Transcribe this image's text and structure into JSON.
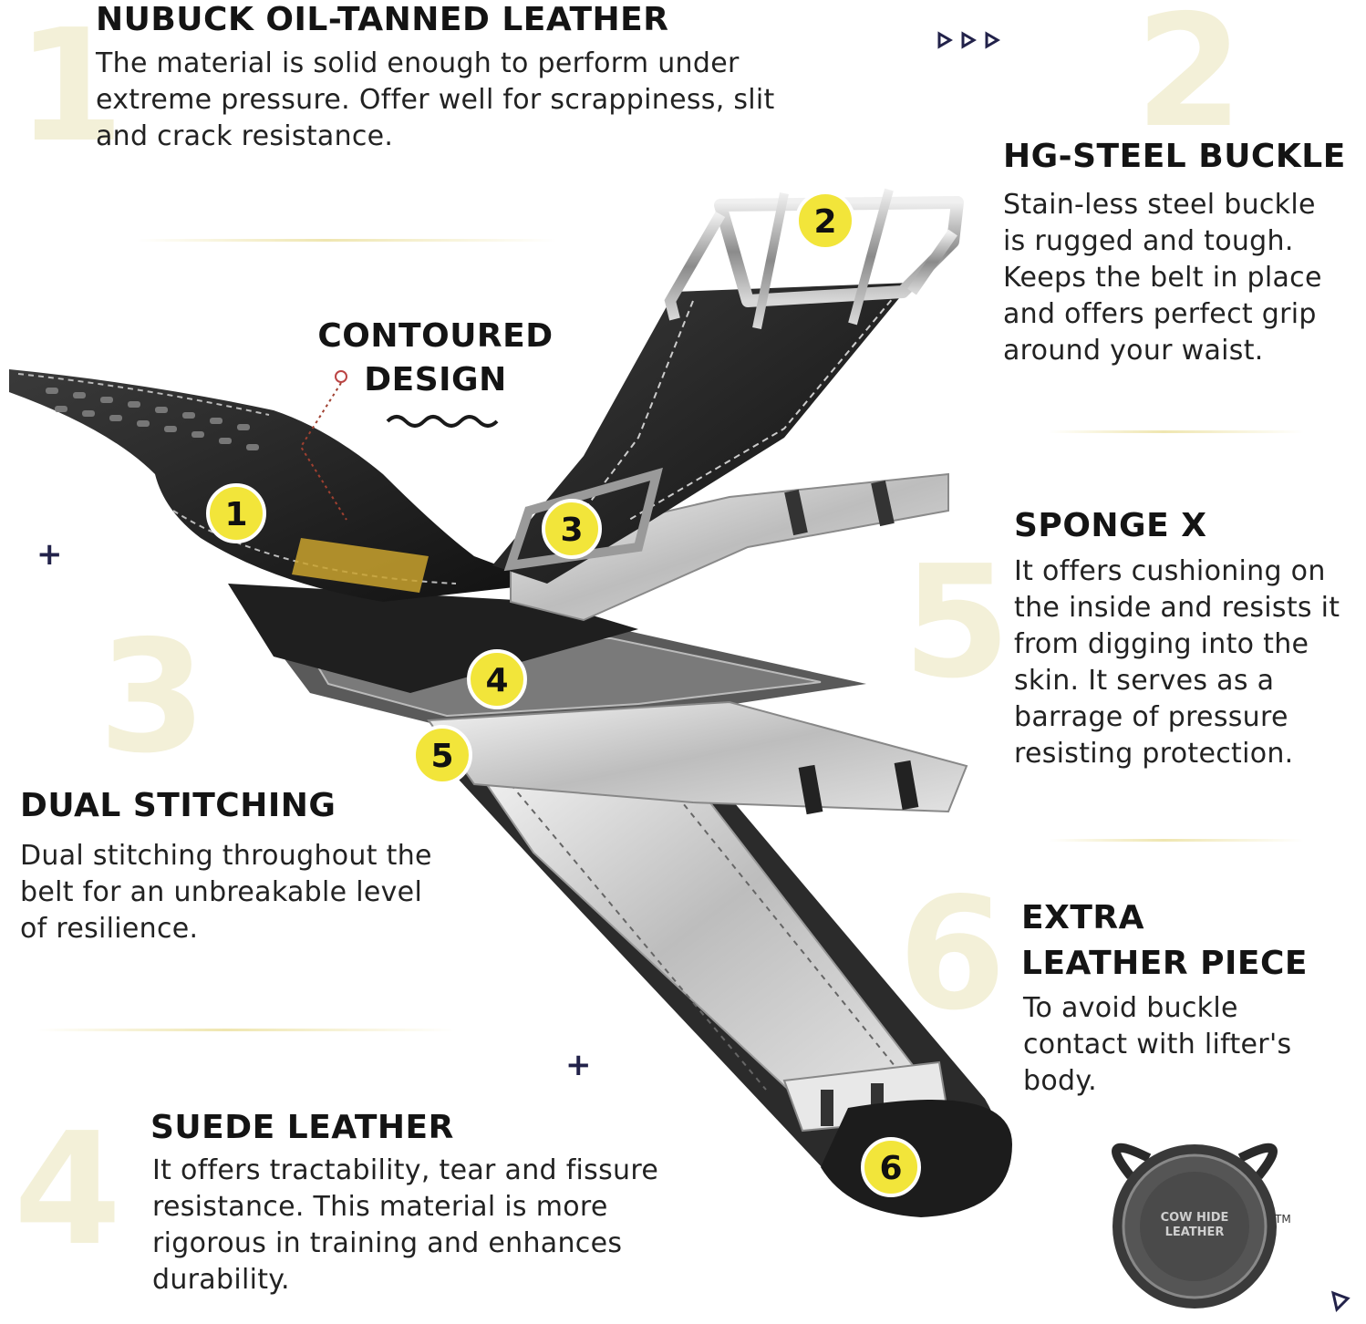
{
  "sections": {
    "s1": {
      "num": "1",
      "title": "NUBUCK OIL-TANNED LEATHER",
      "lines": [
        "The material is solid enough to perform under",
        "extreme pressure. Offer well for scrappiness, slit",
        "and crack resistance."
      ]
    },
    "s2": {
      "num": "2",
      "title": "HG-STEEL BUCKLE",
      "lines": [
        "Stain-less steel buckle",
        "is rugged and tough.",
        "Keeps the belt in place",
        "and offers perfect grip",
        "around your waist."
      ]
    },
    "contoured": {
      "lines": [
        "CONTOURED",
        "DESIGN"
      ]
    },
    "s5": {
      "num": "5",
      "title": "SPONGE X",
      "lines": [
        "It offers cushioning on",
        "the inside and resists it",
        "from digging into the",
        "skin. It serves as a",
        "barrage of pressure",
        "resisting protection."
      ]
    },
    "s3": {
      "num": "3",
      "title": "DUAL STITCHING",
      "lines": [
        "Dual stitching throughout the",
        "belt for an unbreakable level",
        "of resilience."
      ]
    },
    "s6": {
      "num": "6",
      "title_lines": [
        "EXTRA",
        "LEATHER PIECE"
      ],
      "lines": [
        "To avoid buckle",
        "contact with lifter's",
        "body."
      ]
    },
    "s4": {
      "num": "4",
      "title": "SUEDE LEATHER",
      "lines": [
        "It offers tractability, tear and fissure",
        "resistance. This material is more",
        "rigorous in training and enhances",
        "durability."
      ]
    }
  },
  "markers": [
    "1",
    "2",
    "3",
    "4",
    "5",
    "6"
  ],
  "logo": {
    "text": "COW HIDE LEATHER",
    "tm": "TM"
  },
  "colors": {
    "accent_yellow": "#f2e53a",
    "bignum": "#f3f0d8",
    "dark_icon": "#22224a"
  }
}
